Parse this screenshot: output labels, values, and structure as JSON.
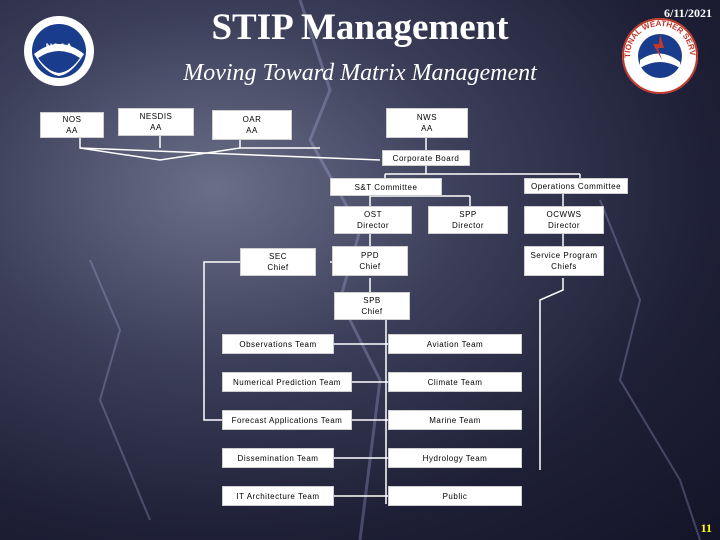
{
  "header": {
    "title": "STIP Management",
    "subtitle": "Moving Toward Matrix Management",
    "date": "6/11/2021",
    "page_number": "11"
  },
  "logos": {
    "left": "noaa-logo",
    "right": "national-weather-service-logo",
    "right_text": "NATIONAL WEATHER SERVICE"
  },
  "org": {
    "aa": [
      {
        "label": "NOS\nAA"
      },
      {
        "label": "NESDIS\nAA"
      },
      {
        "label": "OAR\nAA"
      },
      {
        "label": "NWS\nAA"
      }
    ],
    "corporate_board": "Corporate Board",
    "st_committee": "S&T Committee",
    "operations_committee": "Operations Committee",
    "ost_director": "OST\nDirector",
    "spp_director": "SPP\nDirector",
    "ocwws_director": "OCWWS\nDirector",
    "sec_chief": "SEC\nChief",
    "ppd_chief": "PPD\nChief",
    "service_program_chiefs": "Service Program\nChiefs",
    "spb_chief": "SPB\nChief",
    "teams_left": [
      "Observations Team",
      "Numerical Prediction Team",
      "Forecast Applications Team",
      "Dissemination Team",
      "IT Architecture Team"
    ],
    "teams_right": [
      "Aviation Team",
      "Climate Team",
      "Marine Team",
      "Hydrology Team",
      "Public"
    ]
  },
  "colors": {
    "title": "#ffffff",
    "page_number": "#ffff00",
    "connector": "#ffffff",
    "box_fill": "#ffffff"
  }
}
